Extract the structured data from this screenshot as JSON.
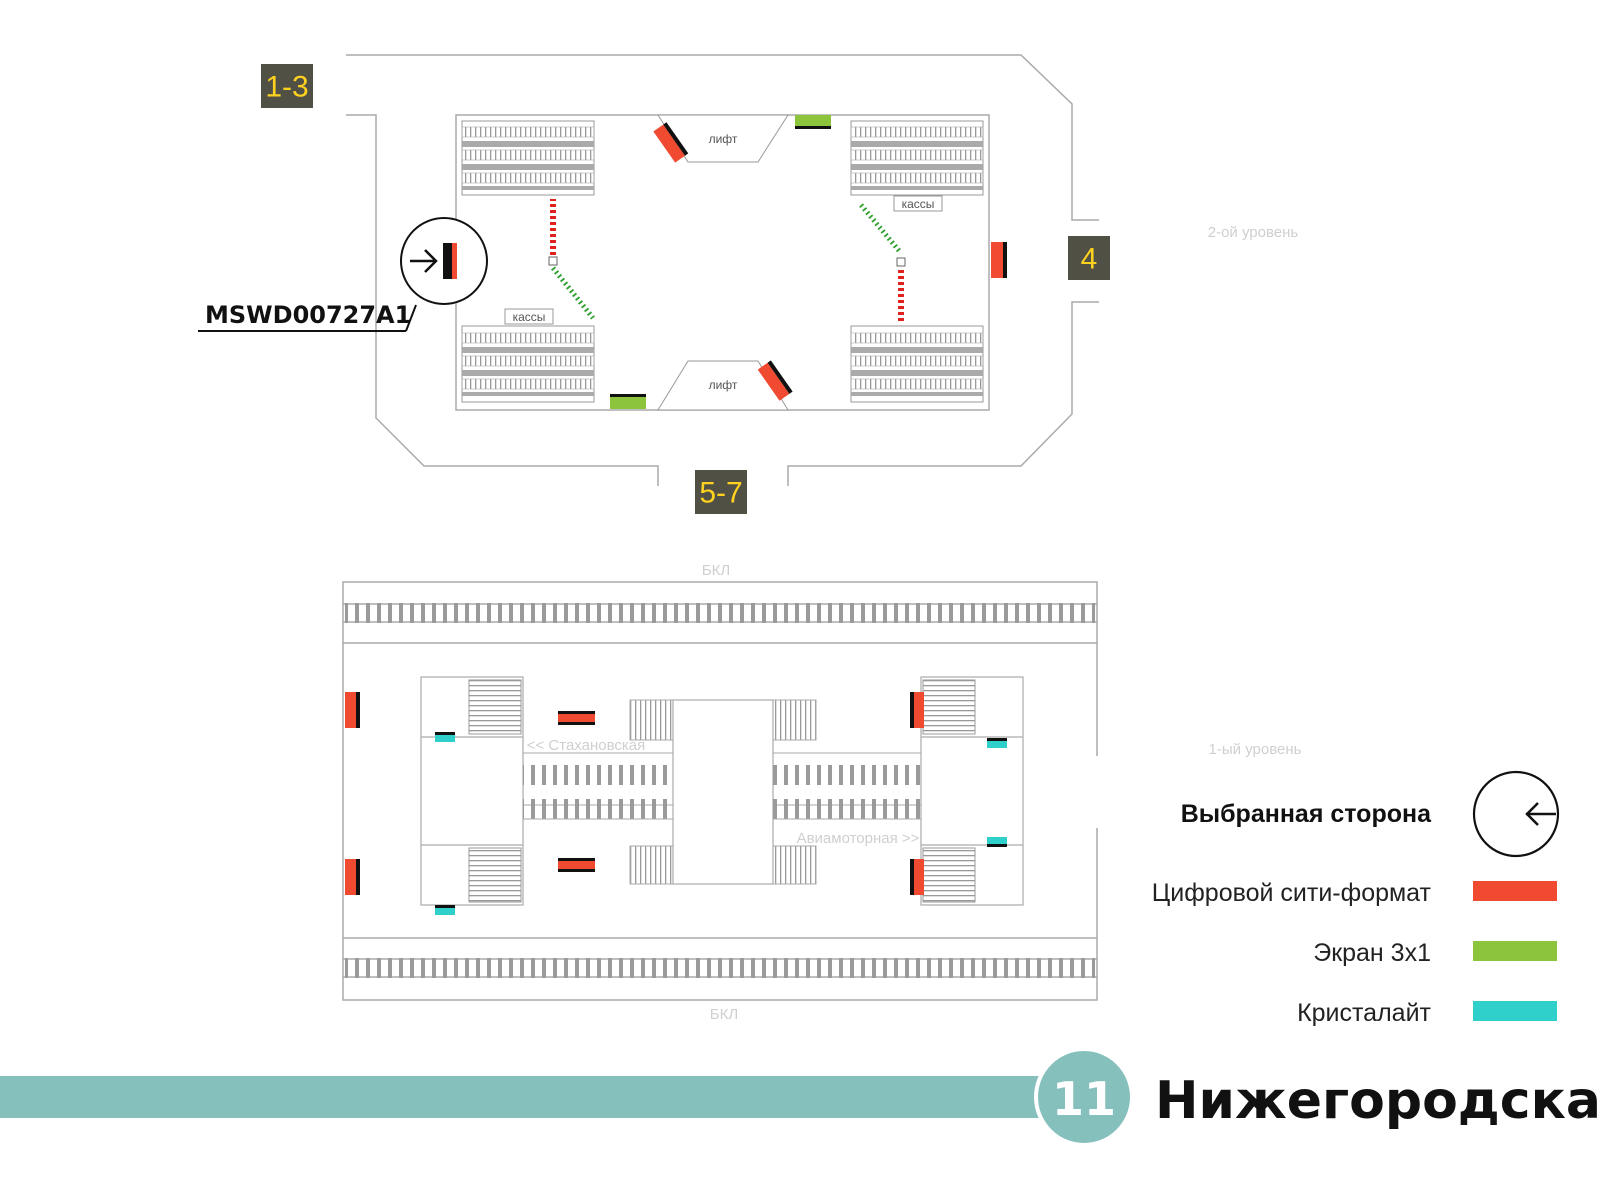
{
  "exits": {
    "e13": "1-3",
    "e4": "4",
    "e57": "5-7"
  },
  "levels": {
    "upper": "2-ой уровень",
    "lower": "1-ый уровень"
  },
  "vestibule": {
    "lift_label": "лифт",
    "ticket_label": "кассы"
  },
  "selected_code": "MSWD00727A1",
  "platform": {
    "track_label": "БКЛ",
    "dir_left": "<< Стахановская",
    "dir_right": "Авиамоторная >>"
  },
  "legend": {
    "selected_side": "Выбранная сторона",
    "digital_city": "Цифровой сити-формат",
    "screen_3x1": "Экран 3x1",
    "crystalight": "Кристалайт"
  },
  "colors": {
    "digital_city": "#f04a30",
    "screen_3x1": "#8cc43c",
    "crystalight": "#2fcfcc",
    "line_band": "#86c0bd",
    "exit_box": "#505045",
    "exit_text": "#ffd21f"
  },
  "footer": {
    "line_number": "11",
    "station_name": "Нижегородская"
  }
}
